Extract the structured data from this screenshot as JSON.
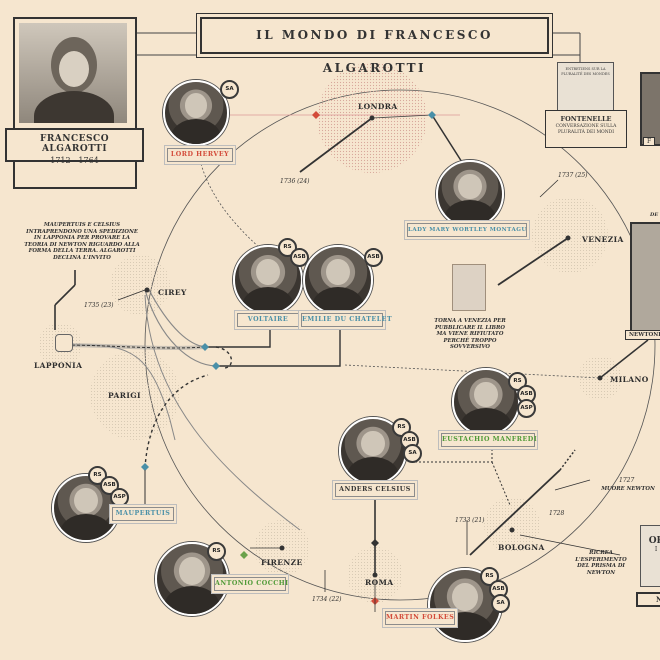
{
  "title": "IL MONDO DI FRANCESCO ALGAROTTI",
  "algarotti": {
    "name": "FRANCESCO ALGAROTTI",
    "dates": "1712 - 1764"
  },
  "cities": {
    "londra": "LONDRA",
    "venezia": "VENEZIA",
    "milano": "MILANO",
    "bologna": "BOLOGNA",
    "roma": "ROMA",
    "firenze": "FIRENZE",
    "parigi": "PARIGI",
    "cirey": "CIREY",
    "lapponia": "LAPPONIA"
  },
  "years": {
    "y1736": "1736 (24)",
    "y1737": "1737 (25)",
    "y1735": "1735 (23)",
    "y1733": "1733 (21)",
    "y1728": "1728",
    "y1734": "1734 (22)",
    "y1727": "1727"
  },
  "notes": {
    "maupertuis": "MAUPERTUIS E CELSIUS INTRAPRENDONO UNA SPEDIZIONE IN LAPPONIA PER PROVARE LA TEORIA DI NEWTON RIGUARDO ALLA FORMA DELLA TERRA. ALGAROTTI DECLINA L'INVITO",
    "venezia": "TORNA A VENEZIA PER PUBBLICARE IL LIBRO MA VIENE RIFIUTATO PERCHÉ TROPPO SOVVERSIVO",
    "newton_death": "MUORE NEWTON",
    "prisma": "RICREA L'ESPERIMENTO DEL PRISMA DI NEWTON",
    "fontenelle_title": "FONTENELLE",
    "fontenelle_sub": "CONVERSAZIONE SULLA PLURALITÀ DEI MONDI",
    "cut_de": "DE",
    "cut_newtonia": "NEWTONIA",
    "cut_op": "OP",
    "cut_n": "N",
    "cut_f": "F",
    "book_entretiens": "ENTRETIENS SUR LA PLURALITÉ DES MONDES",
    "book_op_1": "OP",
    "book_op_2": "I"
  },
  "people": [
    {
      "key": "hervey",
      "name": "LORD HERVEY",
      "color": "red",
      "badges": [
        "SA"
      ]
    },
    {
      "key": "montagu",
      "name": "LADY MARY WORTLEY MONTAGU",
      "color": "blue",
      "badges": []
    },
    {
      "key": "voltaire",
      "name": "VOLTAIRE",
      "color": "blue",
      "badges": [
        "RS",
        "ASB"
      ]
    },
    {
      "key": "chatelet",
      "name": "EMILIE DU CHATELET",
      "color": "blue",
      "badges": [
        "ASB"
      ]
    },
    {
      "key": "manfredi",
      "name": "EUSTACHIO MANFREDI",
      "color": "green",
      "badges": [
        "RS",
        "ASB",
        "ASP"
      ]
    },
    {
      "key": "celsius",
      "name": "ANDERS CELSIUS",
      "color": "dark",
      "badges": [
        "RS",
        "ASB",
        "SA"
      ]
    },
    {
      "key": "maupertuis",
      "name": "MAUPERTUIS",
      "color": "blue",
      "badges": [
        "RS",
        "ASB",
        "ASP"
      ]
    },
    {
      "key": "cocchi",
      "name": "ANTONIO COCCHI",
      "color": "green",
      "badges": [
        "RS"
      ]
    },
    {
      "key": "folkes",
      "name": "MARTIN FOLKES",
      "color": "red",
      "badges": [
        "RS",
        "ASB",
        "SA"
      ]
    }
  ]
}
